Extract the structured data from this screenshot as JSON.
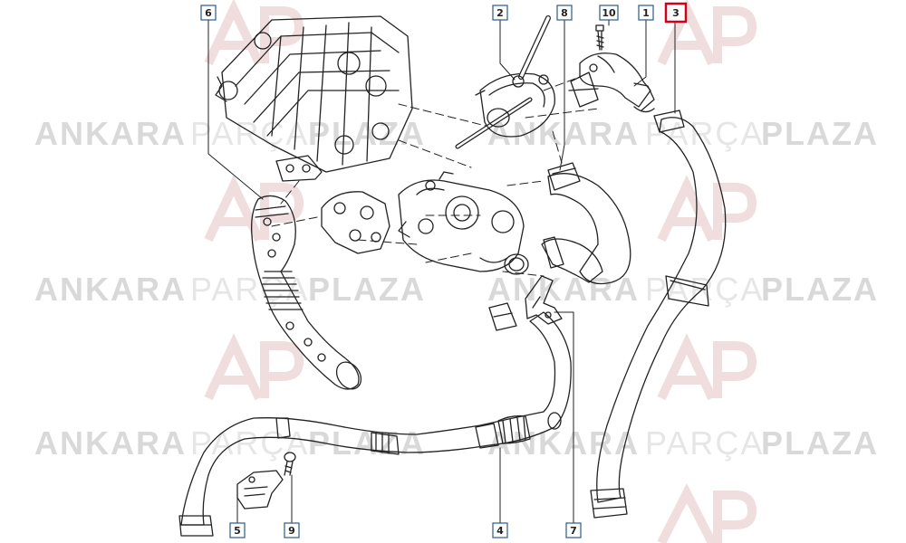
{
  "watermark": {
    "word1": "ANKARA",
    "word2": "PARÇA",
    "word3": "PLAZA",
    "logo_text": "AP",
    "colors": {
      "dark": "#d9d9d9",
      "light": "#e6e6e6",
      "logo": "#f2e4e4"
    }
  },
  "callouts": [
    {
      "id": "c6",
      "label": "6",
      "highlighted": false
    },
    {
      "id": "c2",
      "label": "2",
      "highlighted": false
    },
    {
      "id": "c8",
      "label": "8",
      "highlighted": false
    },
    {
      "id": "c10",
      "label": "10",
      "highlighted": false
    },
    {
      "id": "c1",
      "label": "1",
      "highlighted": false
    },
    {
      "id": "c3",
      "label": "3",
      "highlighted": true
    },
    {
      "id": "c5",
      "label": "5",
      "highlighted": false
    },
    {
      "id": "c9",
      "label": "9",
      "highlighted": false
    },
    {
      "id": "c4",
      "label": "4",
      "highlighted": false
    },
    {
      "id": "c7",
      "label": "7",
      "highlighted": false
    }
  ],
  "colors": {
    "line": "#222222",
    "box_border": "#2a5a8a",
    "highlight": "#d0021b"
  }
}
